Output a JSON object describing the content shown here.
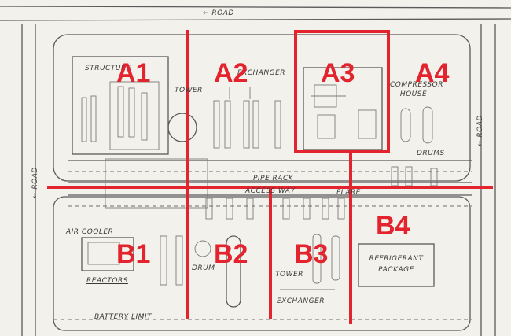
{
  "colors": {
    "grid_red": "#e3232d",
    "sketch": "#5a5a5a",
    "paper": "#f3f1eb"
  },
  "zones": {
    "a1": "A1",
    "a2": "A2",
    "a3": "A3",
    "a4": "A4",
    "b1": "B1",
    "b2": "B2",
    "b3": "B3",
    "b4": "B4"
  },
  "labels": {
    "road_top": "← ROAD",
    "road_left": "← ROAD",
    "road_right": "← ROAD",
    "structure": "STRUCTURE",
    "exchanger_top": "EXCHANGER",
    "tower_top": "TOWER",
    "compressor_house": "COMPRESSOR HOUSE",
    "drums_top": "DRUMS",
    "pipe_rack": "PIPE RACK",
    "access_way": "ACCESS WAY",
    "flare": "FLARE",
    "air_cooler": "AIR COOLER",
    "reactors": "REACTORS",
    "drum_b2": "DRUM",
    "tower_b3": "TOWER",
    "exchanger_b3": "EXCHANGER",
    "refrigerant_package": "REFRIGERANT PACKAGE",
    "battery_limit": "BATTERY LIMIT"
  }
}
